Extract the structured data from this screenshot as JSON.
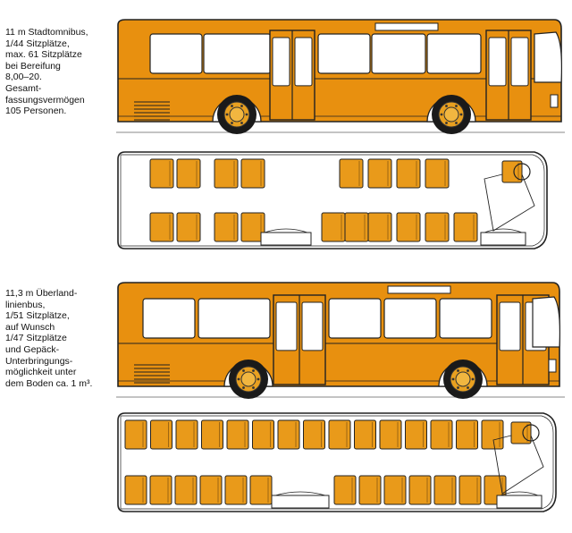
{
  "sections": [
    {
      "caption_lines": [
        "11 m Stadtomnibus,",
        "1/44 Sitzplätze,",
        "max. 61 Sitzplätze",
        "bei Bereifung",
        "8,00–20.",
        "Gesamt-",
        "fassungsvermögen",
        "105 Personen."
      ]
    },
    {
      "caption_lines": [
        "11,3 m Überland-",
        "linienbus,",
        "1/51 Sitzplätze,",
        "auf Wunsch",
        "1/47 Sitzplätze",
        "und Gepäck-",
        "Unterbringungs-",
        "möglichkeit unter",
        "dem Boden ca. 1 m³."
      ]
    }
  ],
  "colors": {
    "body_orange": "#e8900f",
    "seat_orange": "#e99a1a",
    "outline": "#222222",
    "glass": "#ffffff"
  }
}
